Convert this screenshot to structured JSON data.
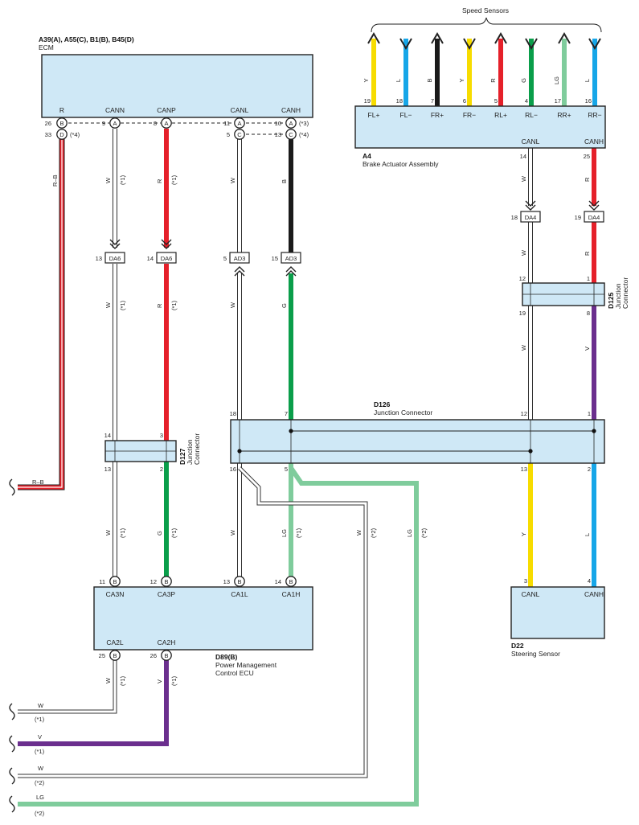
{
  "colors": {
    "R": "#e5202a",
    "B": "#1a1a1a",
    "G": "#0a9e4a",
    "LG": "#7fcc9c",
    "V": "#6b2f8e",
    "W": "#ffffff",
    "Y": "#f7dc00",
    "L": "#16a6e8",
    "box_fill": "#cfe8f6"
  },
  "ecm": {
    "title": "A39(A), A55(C), B1(B), B45(D)",
    "name": "ECM",
    "terminals": [
      "R",
      "CANN",
      "CANP",
      "CANL",
      "CANH"
    ],
    "pins": {
      "p26": "26",
      "p33": "33",
      "p9": "9",
      "p8": "8",
      "p11": "11",
      "p5": "5",
      "p10": "10",
      "p13": "13",
      "conn_b": "B",
      "conn_d": "D",
      "conn_a": "A",
      "conn_c": "C"
    },
    "notes": {
      "n3": "(*3)",
      "n4a": "(*4)",
      "n4b": "(*4)"
    }
  },
  "brake": {
    "header": "Speed Sensors",
    "id": "A4",
    "name": "Brake Actuator Assembly",
    "sensors": [
      {
        "color": "Y",
        "pin": "19",
        "label": "FL+"
      },
      {
        "color": "L",
        "pin": "18",
        "label": "FL−"
      },
      {
        "color": "B",
        "pin": "7",
        "label": "FR+"
      },
      {
        "color": "Y",
        "pin": "6",
        "label": "FR−"
      },
      {
        "color": "R",
        "pin": "5",
        "label": "RL+"
      },
      {
        "color": "G",
        "pin": "4",
        "label": "RL−"
      },
      {
        "color": "LG",
        "pin": "17",
        "label": "RR+"
      },
      {
        "color": "L",
        "pin": "16",
        "label": "RR−"
      }
    ],
    "canl": "CANL",
    "canh": "CANH",
    "pin_canl": "14",
    "pin_canh": "25"
  },
  "connectors": {
    "da6_left": {
      "num": "13",
      "name": "DA6"
    },
    "da6_right": {
      "num": "14",
      "name": "DA6"
    },
    "ad3_left": {
      "num": "5",
      "name": "AD3"
    },
    "ad3_right": {
      "num": "15",
      "name": "AD3"
    },
    "da4_left": {
      "num": "18",
      "name": "DA4"
    },
    "da4_right": {
      "num": "19",
      "name": "DA4"
    }
  },
  "d125": {
    "id": "D125",
    "name_line1": "Junction",
    "name_line2": "Connector",
    "p12": "12",
    "p1": "1",
    "p19": "19",
    "p8": "8"
  },
  "d126": {
    "id": "D126",
    "name": "Junction Connector",
    "p18": "18",
    "p7": "7",
    "p12": "12",
    "p1": "1",
    "p16": "16",
    "p5": "5",
    "p13": "13",
    "p2": "2"
  },
  "d127": {
    "id": "D127",
    "name_line1": "Junction",
    "name_line2": "Connector",
    "p14": "14",
    "p3": "3",
    "p13": "13",
    "p2": "2"
  },
  "pm_ecu": {
    "id": "D89(B)",
    "name_line1": "Power Management",
    "name_line2": "Control ECU",
    "terminals_top": [
      "CA3N",
      "CA3P",
      "CA1L",
      "CA1H"
    ],
    "terminals_bottom": [
      "CA2L",
      "CA2H"
    ],
    "pins_top": [
      "11",
      "12",
      "13",
      "14"
    ],
    "pins_bottom": [
      "25",
      "26"
    ],
    "conn": "B"
  },
  "steering": {
    "id": "D22",
    "name": "Steering Sensor",
    "canl": "CANL",
    "canh": "CANH",
    "p3": "3",
    "p4": "4"
  },
  "wire_labels": {
    "rb": "R–B",
    "w": "W",
    "r": "R",
    "b": "B",
    "g": "G",
    "lg": "LG",
    "v": "V",
    "y": "Y",
    "l": "L",
    "n1": "(*1)",
    "n2": "(*2)"
  },
  "left_leads": [
    {
      "color": "R–B",
      "note": ""
    },
    {
      "color": "W",
      "note": "(*1)"
    },
    {
      "color": "V",
      "note": "(*1)"
    },
    {
      "color": "W",
      "note": "(*2)"
    },
    {
      "color": "LG",
      "note": "(*2)"
    }
  ]
}
